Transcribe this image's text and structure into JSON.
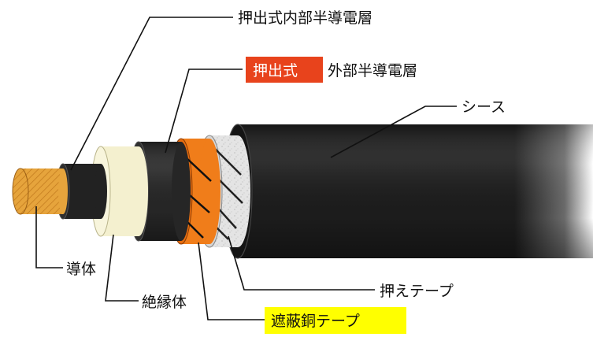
{
  "labels": {
    "inner_semiconductive": "押出式内部半導電層",
    "outer_semiconductive_highlight": "押出式",
    "outer_semiconductive_rest": "外部半導電層",
    "sheath": "シース",
    "binding_tape": "押えテープ",
    "copper_shield_tape": "遮蔽銅テープ",
    "conductor": "導体",
    "insulation": "絶縁体"
  },
  "colors": {
    "highlight_orange": "#e8431c",
    "highlight_yellow": "#ffff00",
    "sheath_black": "#1c1c1c",
    "copper_tape": "#f07d1a",
    "insulation_cream": "#f4f0cf",
    "conductor_gold": "#e6a43c",
    "binding_tape_gray": "#e2e2e2"
  }
}
